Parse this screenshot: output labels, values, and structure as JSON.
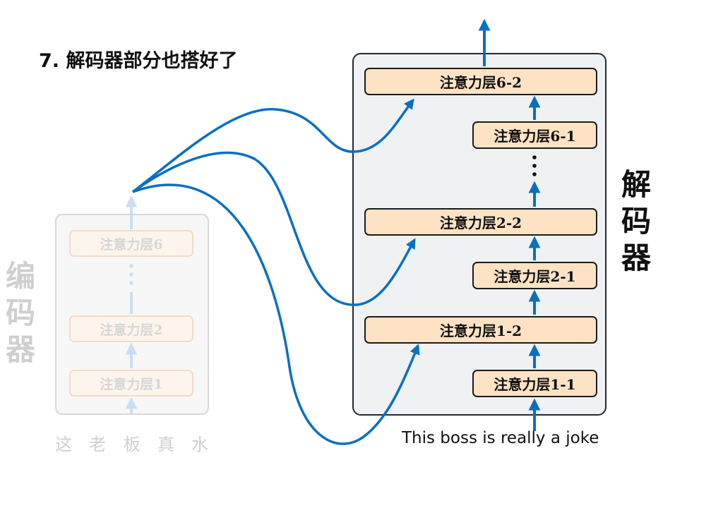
{
  "title": "7. 解码器部分也搭好了",
  "encoder": {
    "label": "编码器",
    "layers": [
      "注意力层6",
      "注意力层2",
      "注意力层1"
    ],
    "tokens": [
      "这",
      "老",
      "板",
      "真",
      "水"
    ]
  },
  "decoder": {
    "label": "解码器",
    "layers": {
      "l6_2": "注意力层6-2",
      "l6_1": "注意力层6-1",
      "l2_2": "注意力层2-2",
      "l2_1": "注意力层2-1",
      "l1_2": "注意力层1-2",
      "l1_1": "注意力层1-1"
    },
    "input_text": "This boss is really a joke"
  },
  "colors": {
    "arrow_blue": "#0a6fc2",
    "faded_arrow": "#c9dff0",
    "layer_fill": "#fde3c4",
    "decoder_border": "#1f2a33"
  }
}
